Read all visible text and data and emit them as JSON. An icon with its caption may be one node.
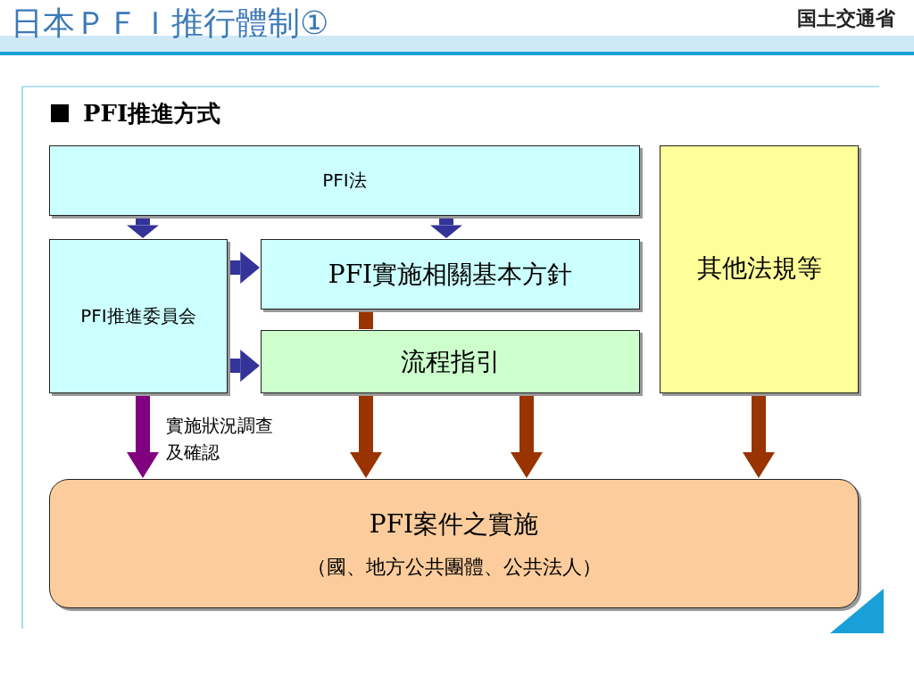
{
  "diagram": {
    "title": "日本ＰＦＩ推行體制①",
    "nodes": [
      {
        "text": [
          "PFI法"
        ]
      },
      {
        "text": [
          "PFI推進委員会"
        ]
      },
      {
        "text": [
          "PFI實施相關基本方針"
        ]
      },
      {
        "text": [
          "流程指引"
        ]
      },
      {
        "text": [
          "其他法規等"
        ]
      },
      {
        "text": [
          "PFI案件之實施",
          "（國、地方公共團體、公共法人）"
        ]
      }
    ],
    "edges": [
      {
        "from": 0,
        "to": 1,
        "arrow": "to"
      },
      {
        "from": 0,
        "to": 2,
        "arrow": "to"
      },
      {
        "from": 1,
        "to": 2,
        "arrow": "to"
      },
      {
        "from": 1,
        "to": 3,
        "arrow": "to"
      },
      {
        "from": 1,
        "to": 5,
        "arrow": "to",
        "label": "實施狀況調查及確認",
        "color": "#800080"
      },
      {
        "from": 2,
        "to": 3,
        "arrow": "none",
        "color": "#993300"
      },
      {
        "from": 3,
        "to": 5,
        "arrow": "to",
        "color": "#993300"
      },
      {
        "from": 3,
        "to": 5,
        "arrow": "to",
        "color": "#993300"
      },
      {
        "from": 4,
        "to": 5,
        "arrow": "to",
        "color": "#993300"
      }
    ],
    "labels": [
      "国土交通省",
      "PFI推進方式"
    ]
  }
}
